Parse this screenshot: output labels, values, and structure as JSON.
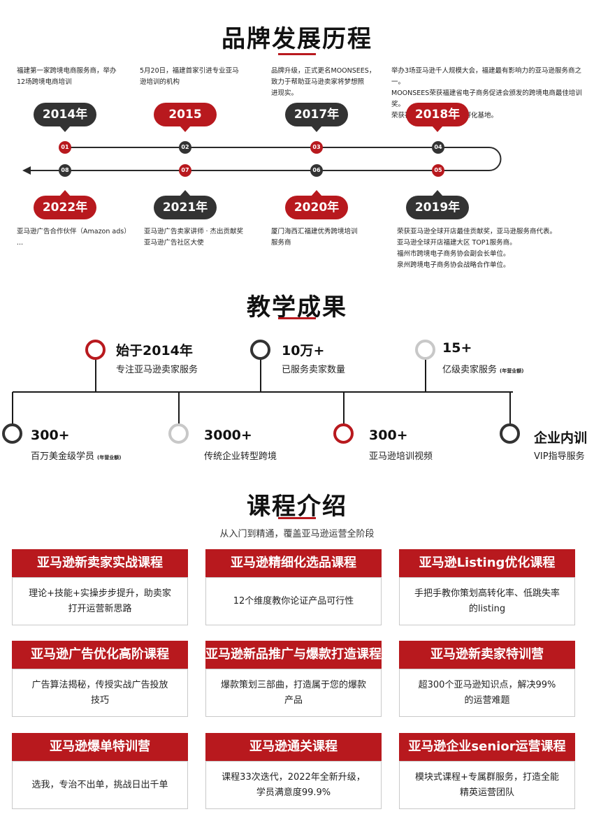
{
  "history": {
    "title": "品牌发展历程",
    "top": [
      {
        "year": "2014年",
        "num": "01",
        "desc": "福建第一家跨境电商服务商，举办\n12场跨境电商培训"
      },
      {
        "year": "2015",
        "num": "02",
        "desc": "5月20日，福建首家引进专业亚马\n逊培训的机构"
      },
      {
        "year": "2017年",
        "num": "03",
        "desc": "品牌升级，正式更名MOONSEES，\n致力于帮助亚马逊卖家将梦想照\n进现实。"
      },
      {
        "year": "2018年",
        "num": "04",
        "desc": "举办3场亚马逊千人规模大会，福建最有影响力的亚马逊服务商之一。\nMOONSEES荣获福建省电子商务促进会颁发的跨境电商最佳培训奖。\n荣获福建省跨境电商人才孵化基地。"
      }
    ],
    "bottom": [
      {
        "year": "2022年",
        "num": "08",
        "desc": "亚马逊广告合作伙伴（Amazon ads）\n..."
      },
      {
        "year": "2021年",
        "num": "07",
        "desc": "亚马逊广告卖家讲师 · 杰出贡献奖\n亚马逊广告社区大使"
      },
      {
        "year": "2020年",
        "num": "06",
        "desc": "厦门海西汇福建优秀跨境培训\n服务商"
      },
      {
        "year": "2019年",
        "num": "05",
        "desc": "荣获亚马逊全球开店最佳贡献奖，亚马逊服务商代表。\n亚马逊全球开店福建大区 TOP1服务商。\n福州市跨境电子商务协会副会长单位。\n泉州跨境电子商务协会战略合作单位。"
      }
    ]
  },
  "results": {
    "title": "教学成果",
    "top": [
      {
        "big": "始于2014年",
        "small": "专注亚马逊卖家服务",
        "tiny": ""
      },
      {
        "big": "10万+",
        "small": "已服务卖家数量",
        "tiny": ""
      },
      {
        "big": "15+",
        "small": "亿级卖家服务",
        "tiny": "(年营业额)"
      }
    ],
    "bottom": [
      {
        "big": "300+",
        "small": "百万美金级学员",
        "tiny": "(年营业额)"
      },
      {
        "big": "3000+",
        "small": "传统企业转型跨境",
        "tiny": ""
      },
      {
        "big": "300+",
        "small": "亚马逊培训视频",
        "tiny": ""
      },
      {
        "big": "企业内训",
        "small": "VIP指导服务",
        "tiny": ""
      }
    ]
  },
  "courses": {
    "title": "课程介绍",
    "subtitle": "从入门到精通，覆盖亚马逊运营全阶段",
    "items": [
      {
        "title": "亚马逊新卖家实战课程",
        "desc": "理论+技能+实操步步提升，助卖家\n打开运营新思路"
      },
      {
        "title": "亚马逊精细化选品课程",
        "desc": "12个维度教你论证产品可行性"
      },
      {
        "title": "亚马逊Listing优化课程",
        "desc": "手把手教你策划高转化率、低跳失率\n的listing"
      },
      {
        "title": "亚马逊广告优化高阶课程",
        "desc": "广告算法揭秘，传授实战广告投放\n技巧"
      },
      {
        "title": "亚马逊新品推广与爆款打造课程",
        "desc": "爆款策划三部曲，打造属于您的爆款\n产品"
      },
      {
        "title": "亚马逊新卖家特训营",
        "desc": "超300个亚马逊知识点，解决99%\n的运营难题"
      },
      {
        "title": "亚马逊爆单特训营",
        "desc": "选我，专治不出单，挑战日出千单"
      },
      {
        "title": "亚马逊通关课程",
        "desc": "课程33次迭代，2022年全新升级，\n学员满意度99.9%"
      },
      {
        "title": "亚马逊企业senior运营课程",
        "desc": "模块式课程+专属群服务，打造全能\n精英运营团队"
      }
    ]
  }
}
